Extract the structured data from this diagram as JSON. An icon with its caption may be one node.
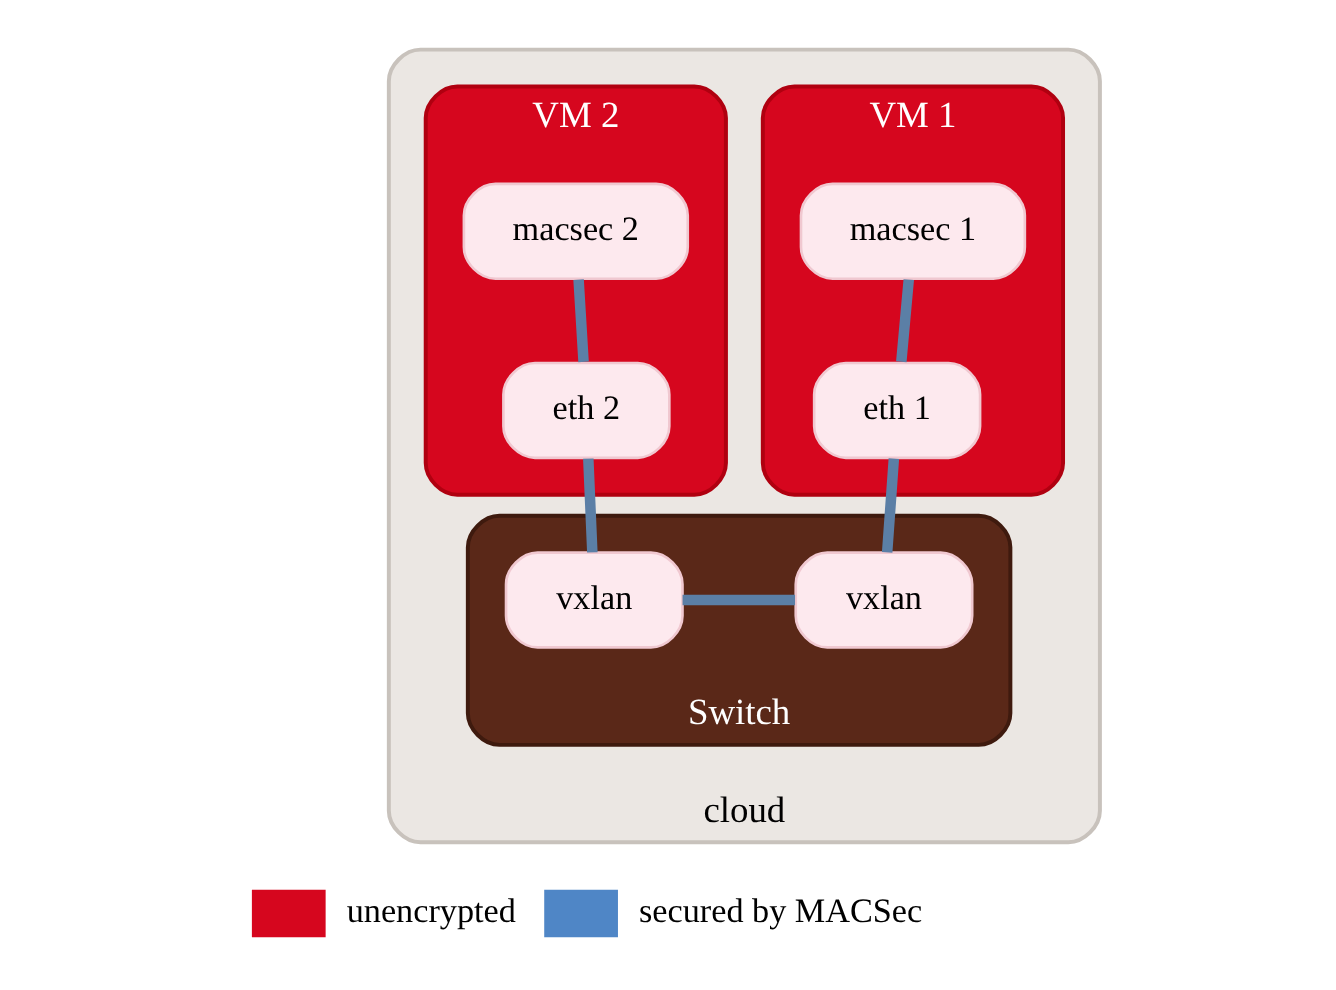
{
  "diagram": {
    "nodes": [
      {
        "text": [
          "cloud"
        ]
      },
      {
        "text": [
          "VM 1"
        ],
        "in": 0
      },
      {
        "text": [
          "macsec 1"
        ],
        "in": 1
      },
      {
        "text": [
          "eth 1"
        ],
        "in": 1
      },
      {
        "text": [
          "VM 2"
        ],
        "in": 0
      },
      {
        "text": [
          "macsec 2"
        ],
        "in": 4
      },
      {
        "text": [
          "eth 2"
        ],
        "in": 4
      },
      {
        "text": [
          "Switch"
        ],
        "in": 0
      },
      {
        "text": [
          "vxlan"
        ],
        "in": 7
      },
      {
        "text": [
          "vxlan"
        ],
        "in": 7
      }
    ],
    "edges": [
      {
        "from": 2,
        "to": 3,
        "arrow": "none"
      },
      {
        "from": 3,
        "to": 8,
        "arrow": "none"
      },
      {
        "from": 5,
        "to": 6,
        "arrow": "none"
      },
      {
        "from": 6,
        "to": 9,
        "arrow": "none"
      },
      {
        "from": 8,
        "to": 9,
        "arrow": "none"
      }
    ],
    "legend": [
      {
        "text": "unencrypted",
        "color": "#d6061e"
      },
      {
        "text": "secured by MACSec",
        "color": "#4f86c6"
      }
    ]
  }
}
